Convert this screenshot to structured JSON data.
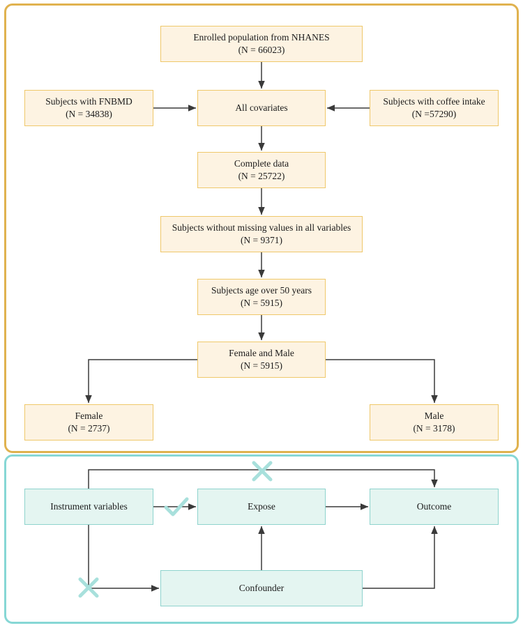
{
  "figure": {
    "panels": [
      {
        "id": "flowchart",
        "accent": "#e0b24f"
      },
      {
        "id": "mendelian-randomization",
        "accent": "#86d7d5"
      }
    ]
  },
  "flowchart": {
    "nodes": {
      "enrolled": {
        "line1": "Enrolled population from NHANES",
        "line2": "(N = 66023)"
      },
      "fnbmd": {
        "line1": "Subjects with FNBMD",
        "line2": "(N = 34838)"
      },
      "coffee": {
        "line1": "Subjects with coffee intake",
        "line2": "(N =57290)"
      },
      "covariates": {
        "line1": "All covariates",
        "line2": ""
      },
      "complete": {
        "line1": "Complete data",
        "line2": "(N = 25722)"
      },
      "nomissing": {
        "line1": "Subjects without missing values in all variables",
        "line2": "(N = 9371)"
      },
      "age50": {
        "line1": "Subjects age over 50 years",
        "line2": "(N = 5915)"
      },
      "femalemale": {
        "line1": "Female and Male",
        "line2": "(N = 5915)"
      },
      "female": {
        "line1": "Female",
        "line2": "(N = 2737)"
      },
      "male": {
        "line1": "Male",
        "line2": "(N = 3178)"
      }
    },
    "colors": {
      "fill": "#fdf3e2",
      "border": "#efc86a",
      "arrow": "#3a3a3a"
    }
  },
  "mr_diagram": {
    "nodes": {
      "instrument": {
        "line1": "Instrument variables",
        "line2": ""
      },
      "expose": {
        "line1": "Expose",
        "line2": ""
      },
      "outcome": {
        "line1": "Outcome",
        "line2": ""
      },
      "confounder": {
        "line1": "Confounder",
        "line2": ""
      }
    },
    "marks": [
      {
        "id": "check-iv-expose",
        "glyph": "check",
        "meaning": "valid-association"
      },
      {
        "id": "x-iv-outcome",
        "glyph": "cross",
        "meaning": "no-direct-effect"
      },
      {
        "id": "x-iv-confounder",
        "glyph": "cross",
        "meaning": "no-confounder-path"
      }
    ],
    "colors": {
      "fill": "#e4f5f1",
      "border": "#8ed3cd",
      "mark": "#a8e0dc",
      "arrow": "#3a3a3a"
    }
  }
}
